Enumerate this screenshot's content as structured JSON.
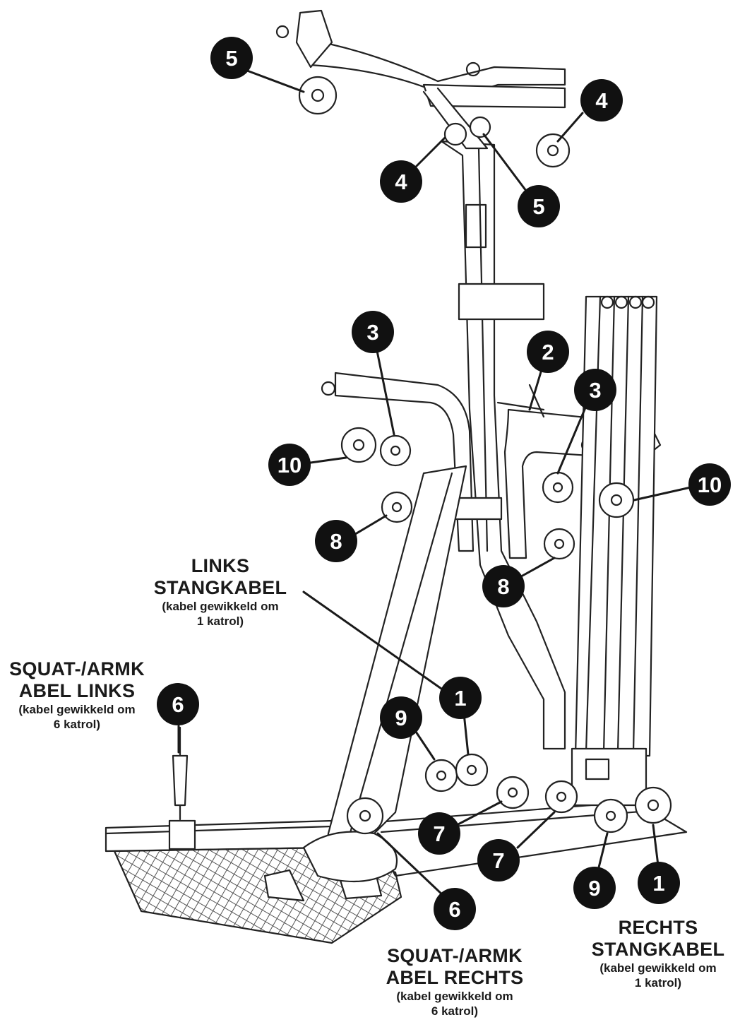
{
  "labels": {
    "links_stangkabel": {
      "title_line1": "LINKS",
      "title_line2": "STANGKABEL",
      "sub_line1": "(kabel gewikkeld om",
      "sub_line2": "1 katrol)"
    },
    "squat_links": {
      "title_line1": "SQUAT-/ARMK",
      "title_line2": "ABEL LINKS",
      "sub_line1": "(kabel gewikkeld om",
      "sub_line2": "6 katrol)"
    },
    "squat_rechts": {
      "title_line1": "SQUAT-/ARMK",
      "title_line2": "ABEL RECHTS",
      "sub_line1": "(kabel gewikkeld om",
      "sub_line2": "6 katrol)"
    },
    "rechts_stangkabel": {
      "title_line1": "RECHTS",
      "title_line2": "STANGKABEL",
      "sub_line1": "(kabel gewikkeld om",
      "sub_line2": "1 katrol)"
    }
  },
  "badges": {
    "b5_top_left": "5",
    "b4_top_right": "4",
    "b4_mid_left": "4",
    "b5_mid_right": "5",
    "b3_left": "3",
    "b2": "2",
    "b3_right": "3",
    "b10_left": "10",
    "b10_right": "10",
    "b8_left": "8",
    "b8_right": "8",
    "b1_upper": "1",
    "b9_left": "9",
    "b6_left": "6",
    "b7_left": "7",
    "b7_right": "7",
    "b6_bottom": "6",
    "b9_bottom": "9",
    "b1_bottom": "1"
  },
  "colors": {
    "badge": "#111111",
    "line": "#1a1a1a"
  }
}
